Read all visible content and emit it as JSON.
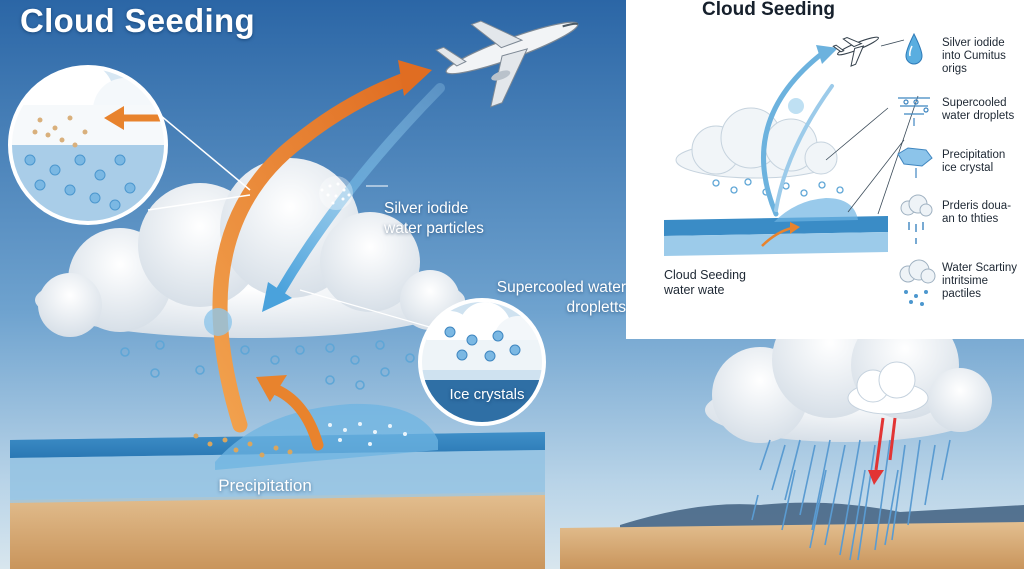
{
  "main": {
    "title": "Cloud Seeding",
    "labels": {
      "silver_iodide": [
        "Silver iodide",
        "water particles"
      ],
      "supercooled": [
        "Supercooled water",
        "dropletts"
      ],
      "ice_crystals": "Ice crystals",
      "precipitation": "Precipitation"
    }
  },
  "inset": {
    "title": "Cloud Seeding",
    "caption": [
      "Cloud Seeding",
      "water wate"
    ],
    "legend": [
      {
        "lines": [
          "Silver iodide",
          "into Cumitus",
          "origs"
        ],
        "icon": "water-drop-icon"
      },
      {
        "lines": [
          "Supercooled",
          "water droplets"
        ],
        "icon": "droplets-layer-icon"
      },
      {
        "lines": [
          "Precipitation",
          "ice crystal"
        ],
        "icon": "ice-crystal-icon"
      },
      {
        "lines": [
          "Prderis doua-",
          "an to thties"
        ],
        "icon": "raining-cloud-icon"
      },
      {
        "lines": [
          "Water Scartiny",
          "intritsime",
          "pactiles"
        ],
        "icon": "drizzle-cloud-icon"
      }
    ]
  },
  "colors": {
    "sky_top": "#2f6aa8",
    "sky_bottom": "#c5dcec",
    "orange_arrow": "#e8832d",
    "blue_arrow": "#5aaee0",
    "water": "#4a9acf",
    "ground": "#d9b385",
    "rain_arrow": "#e23434"
  }
}
